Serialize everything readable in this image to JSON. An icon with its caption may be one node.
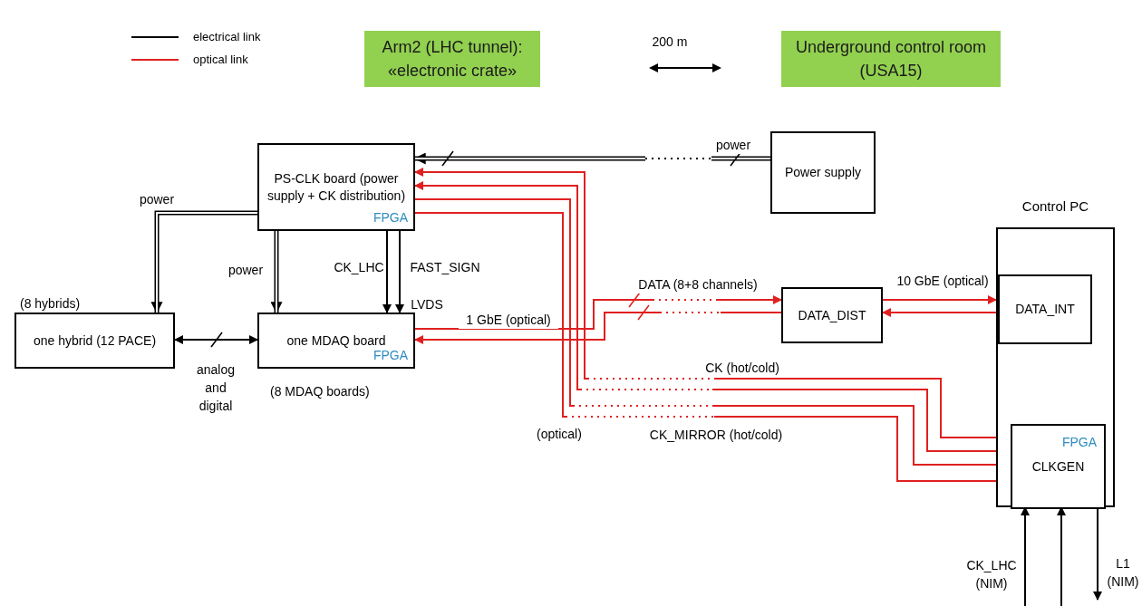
{
  "diagram": {
    "nodes": [
      {
        "text": [
          "Arm2 (LHC tunnel): «electronic crate»"
        ]
      },
      {
        "text": [
          "Underground control room (USA15)"
        ]
      },
      {
        "text": [
          "PS-CLK board (power supply + CK distribution)",
          "FPGA"
        ]
      },
      {
        "text": [
          "Power supply"
        ]
      },
      {
        "text": [
          "one hybrid (12 PACE)"
        ],
        "beside": [
          "(8 hybrids)"
        ]
      },
      {
        "text": [
          "one MDAQ board",
          "FPGA"
        ],
        "beside": [
          "(8 MDAQ boards)"
        ]
      },
      {
        "text": [
          "DATA_DIST"
        ]
      },
      {
        "text": [
          "Control PC"
        ]
      },
      {
        "text": [
          "DATA_INT"
        ],
        "in": 7
      },
      {
        "text": [
          "FPGA",
          "CLKGEN"
        ],
        "in": 7
      }
    ],
    "edges": [
      {
        "from": 3,
        "to": 2,
        "arrow": "to",
        "label": "power",
        "style": "thick"
      },
      {
        "from": 2,
        "to": 4,
        "arrow": "to",
        "label": "power",
        "style": "thick"
      },
      {
        "from": 2,
        "to": 5,
        "arrow": "to",
        "label": "power",
        "style": "thick"
      },
      {
        "from": 2,
        "to": 5,
        "arrow": "to",
        "label": "CK_LHC"
      },
      {
        "from": 2,
        "to": 5,
        "arrow": "to",
        "label": "FAST_SIGN"
      },
      {
        "from": 4,
        "to": 5,
        "arrow": "both",
        "label": "analog and digital"
      },
      {
        "from": 5,
        "to": 6,
        "arrow": "to",
        "label": "1 GbE (optical)",
        "color": "#e02020"
      },
      {
        "from": 6,
        "to": 5,
        "arrow": "to",
        "label": "DATA (8+8 channels)",
        "color": "#e02020"
      },
      {
        "from": 6,
        "to": 8,
        "arrow": "to",
        "label": "10 GbE (optical)",
        "color": "#e02020"
      },
      {
        "from": 8,
        "to": 6,
        "arrow": "to",
        "color": "#e02020"
      },
      {
        "from": 9,
        "to": 2,
        "arrow": "to",
        "label": "CK (hot/cold)",
        "color": "#e02020"
      },
      {
        "from": 9,
        "to": 2,
        "arrow": "to",
        "color": "#e02020"
      },
      {
        "from": 2,
        "to": 9,
        "arrow": "to",
        "color": "#e02020"
      },
      {
        "from": 2,
        "to": 9,
        "arrow": "to",
        "label": "CK_MIRROR (hot/cold)",
        "color": "#e02020"
      },
      {
        "from": null,
        "to": 9,
        "arrow": "to",
        "label": "CK_LHC (NIM)"
      },
      {
        "from": null,
        "to": 9,
        "arrow": "to"
      },
      {
        "from": 9,
        "to": null,
        "arrow": "to",
        "label": "L1 (NIM)"
      }
    ],
    "labels": [
      "200 m",
      "LVDS",
      "(optical)"
    ],
    "legend": [
      {
        "text": "electrical link"
      },
      {
        "text": "optical link"
      }
    ]
  }
}
